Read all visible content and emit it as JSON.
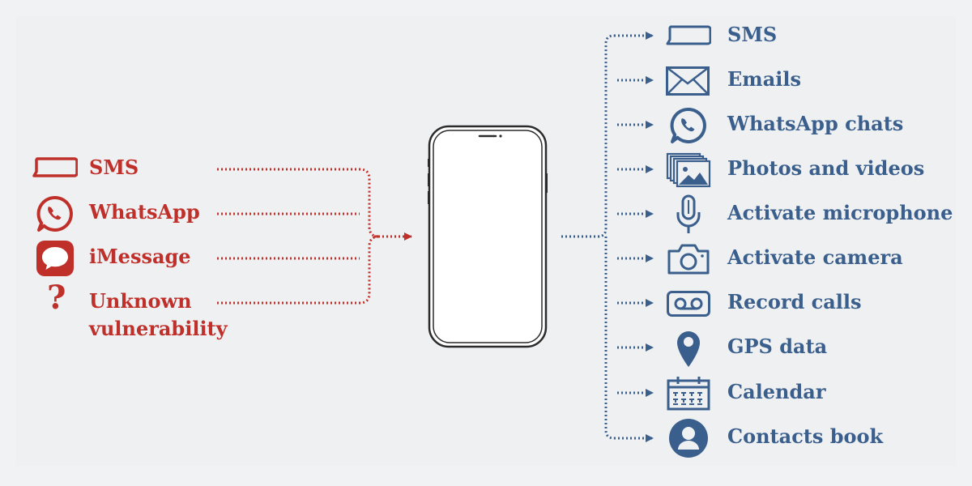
{
  "colors": {
    "attack": "#c0302b",
    "data": "#3b5f8d",
    "phone": "#2b2b2b",
    "background": "#f1f2f4"
  },
  "attack_vectors": [
    {
      "label": "SMS",
      "icon": "sms-icon"
    },
    {
      "label": "WhatsApp",
      "icon": "whatsapp-icon"
    },
    {
      "label": "iMessage",
      "icon": "imessage-icon"
    },
    {
      "label": "Unknown vulnerability",
      "icon": "question-mark-icon",
      "glyph": "?"
    }
  ],
  "target_device": {
    "icon": "smartphone-icon"
  },
  "capabilities": [
    {
      "label": "SMS",
      "icon": "sms-icon"
    },
    {
      "label": "Emails",
      "icon": "envelope-icon"
    },
    {
      "label": "WhatsApp chats",
      "icon": "whatsapp-icon"
    },
    {
      "label": "Photos and videos",
      "icon": "photos-icon"
    },
    {
      "label": "Activate microphone",
      "icon": "microphone-icon"
    },
    {
      "label": "Activate camera",
      "icon": "camera-icon"
    },
    {
      "label": "Record calls",
      "icon": "voicemail-icon"
    },
    {
      "label": "GPS data",
      "icon": "location-pin-icon"
    },
    {
      "label": "Calendar",
      "icon": "calendar-icon"
    },
    {
      "label": "Contacts book",
      "icon": "contact-icon"
    }
  ]
}
